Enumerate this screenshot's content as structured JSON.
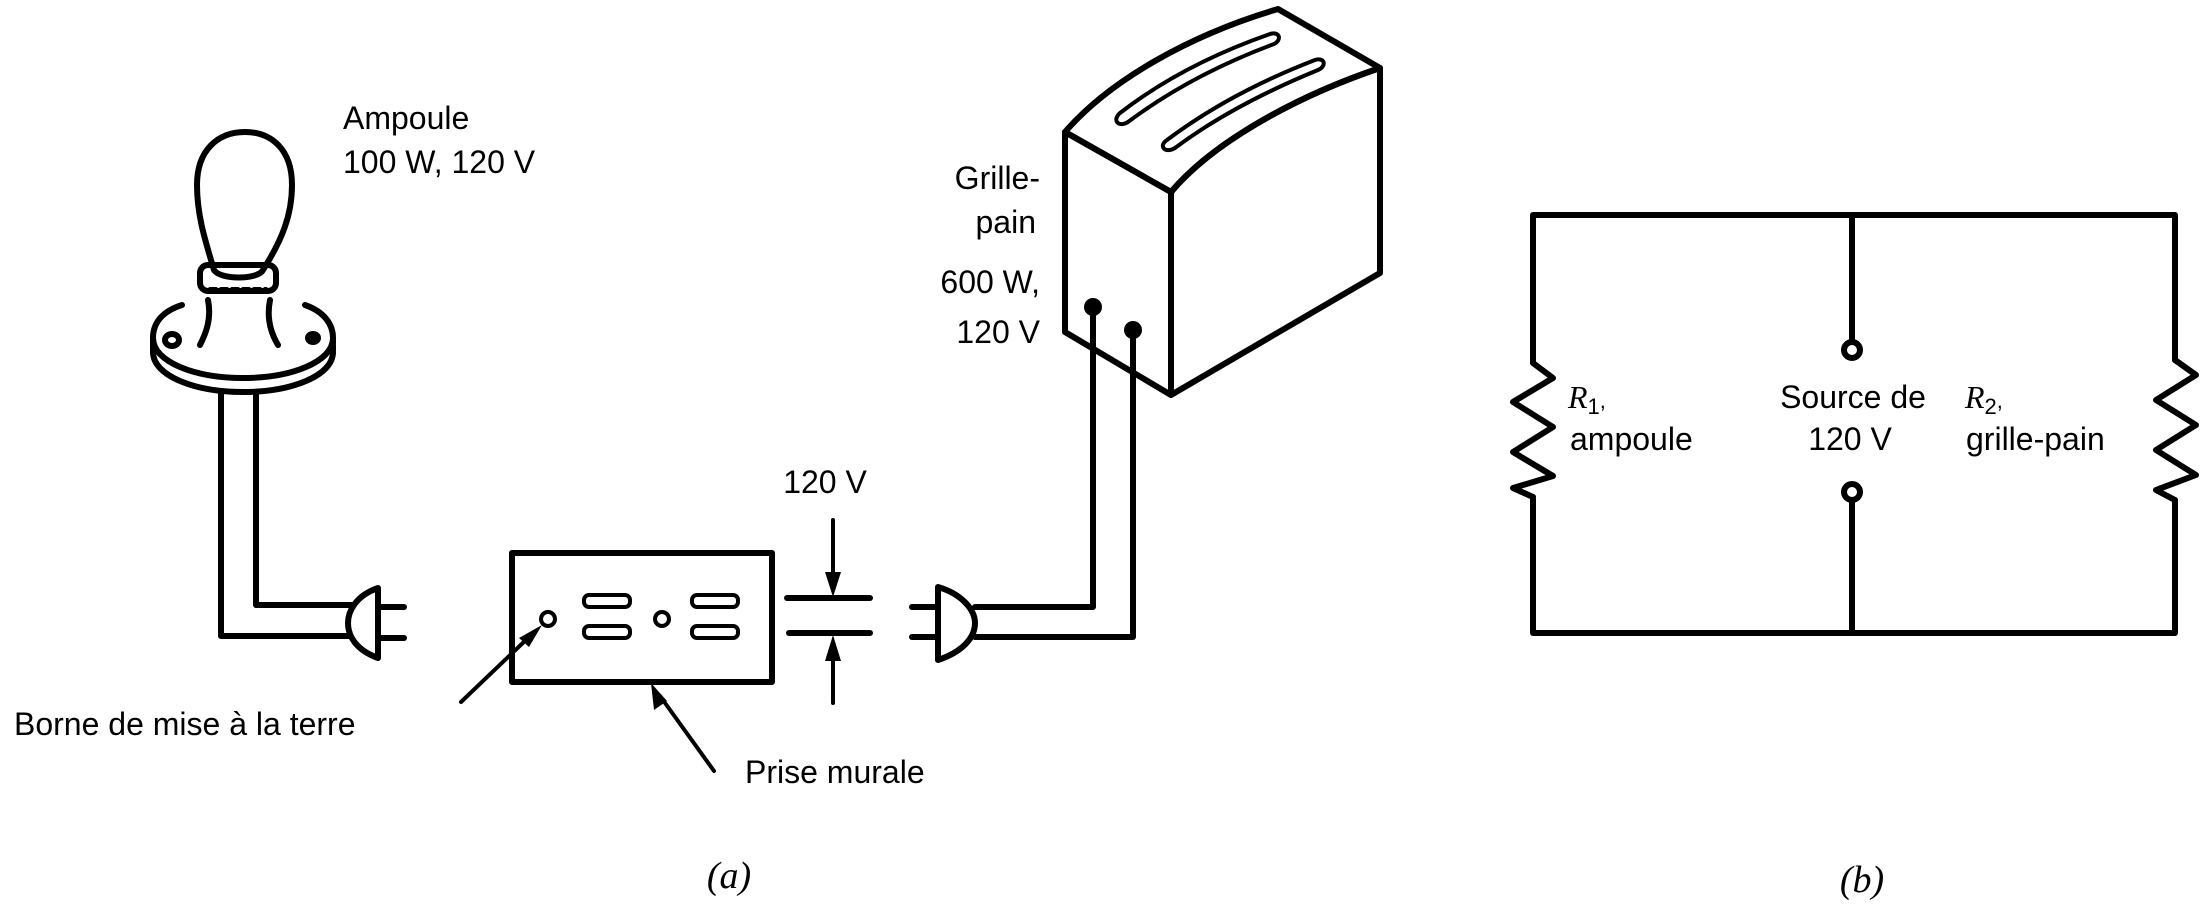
{
  "panel_a": {
    "bulb": {
      "name": "Ampoule",
      "rating": "100 W, 120 V"
    },
    "toaster": {
      "name_line1": "Grille-",
      "name_line2": "pain",
      "rating_line1": "600 W,",
      "rating_line2": "120 V"
    },
    "outlet_voltage": "120 V",
    "ground_terminal_label": "Borne de mise à la terre",
    "outlet_label": "Prise murale",
    "caption": "(a)"
  },
  "panel_b": {
    "r1": {
      "symbol": "R",
      "subscript": "1",
      "suffix": ",",
      "label": "ampoule"
    },
    "source": {
      "line1": "Source de",
      "line2": "120 V"
    },
    "r2": {
      "symbol": "R",
      "subscript": "2",
      "suffix": ",",
      "label": "grille-pain"
    },
    "caption": "(b)"
  }
}
